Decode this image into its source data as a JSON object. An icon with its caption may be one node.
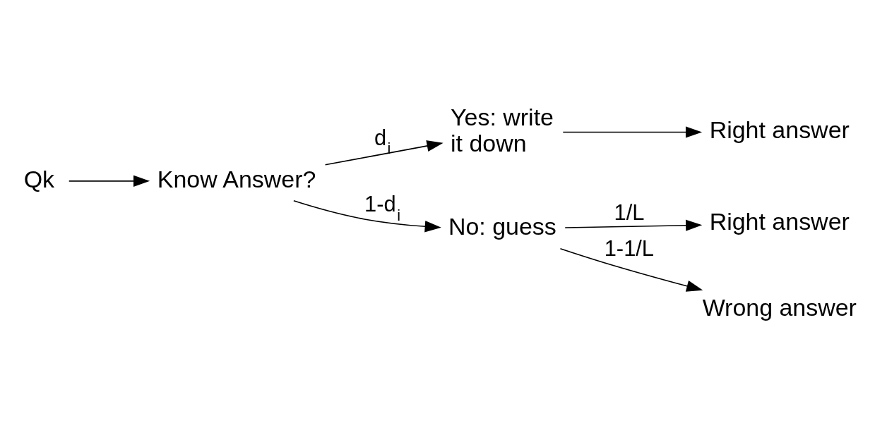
{
  "diagram": {
    "nodes": [
      {
        "text": [
          "Qk"
        ]
      },
      {
        "text": [
          "Know Answer?"
        ]
      },
      {
        "text": [
          "Yes: write it down"
        ]
      },
      {
        "text": [
          "Right answer"
        ]
      },
      {
        "text": [
          "No: guess"
        ]
      },
      {
        "text": [
          "Right answer"
        ]
      },
      {
        "text": [
          "Wrong answer"
        ]
      }
    ],
    "edges": [
      {
        "from": 0,
        "to": 1,
        "arrow": "to"
      },
      {
        "from": 1,
        "to": 2,
        "arrow": "to",
        "label": "d$_{i}$"
      },
      {
        "from": 2,
        "to": 3,
        "arrow": "to"
      },
      {
        "from": 1,
        "to": 4,
        "arrow": "to",
        "label": "1-d$_{i}$"
      },
      {
        "from": 4,
        "to": 5,
        "arrow": "to",
        "label": "1/L"
      },
      {
        "from": 4,
        "to": 6,
        "arrow": "to",
        "label": "1-1/L"
      }
    ]
  }
}
